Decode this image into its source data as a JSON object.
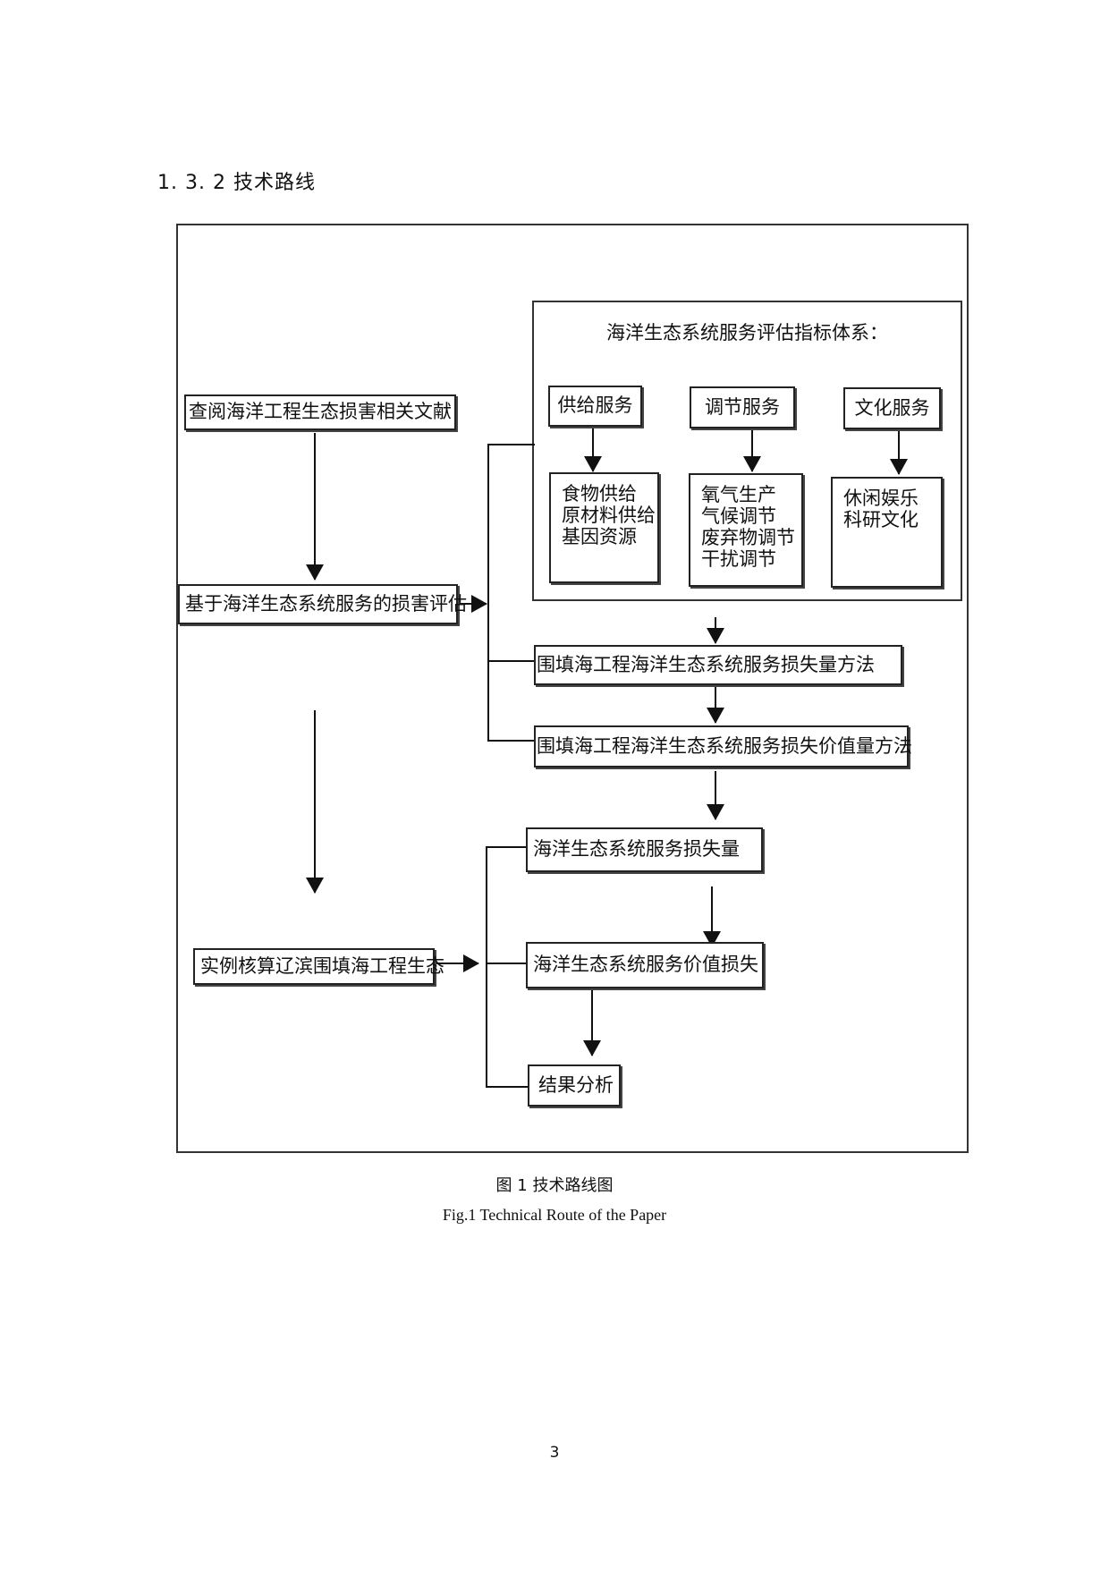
{
  "section_heading": "1. 3. 2 技术路线",
  "figure": {
    "left_column": {
      "literature_review": "查阅海洋工程生态损害相关文献",
      "damage_assessment": "基于海洋生态系统服务的损害评估",
      "case_calculation": "实例核算辽滨围填海工程生态"
    },
    "index_system": {
      "title": "海洋生态系统服务评估指标体系：",
      "categories": [
        {
          "name": "供给服务",
          "items": [
            "食物供给",
            "原材料供给",
            "基因资源"
          ]
        },
        {
          "name": "调节服务",
          "items": [
            "氧气生产",
            "气候调节",
            "废弃物调节",
            "干扰调节"
          ]
        },
        {
          "name": "文化服务",
          "items": [
            "休闲娱乐",
            "科研文化"
          ]
        }
      ]
    },
    "methods": {
      "loss_quantity_method": "围填海工程海洋生态系统服务损失量方法",
      "loss_value_method": "围填海工程海洋生态系统服务损失价值量方法"
    },
    "results": {
      "loss_quantity": "海洋生态系统服务损失量",
      "value_loss": "海洋生态系统服务价值损失",
      "analysis": "结果分析"
    }
  },
  "caption_zh": "图 1  技术路线图",
  "caption_en": "Fig.1 Technical Route of the Paper",
  "page_number": "3"
}
